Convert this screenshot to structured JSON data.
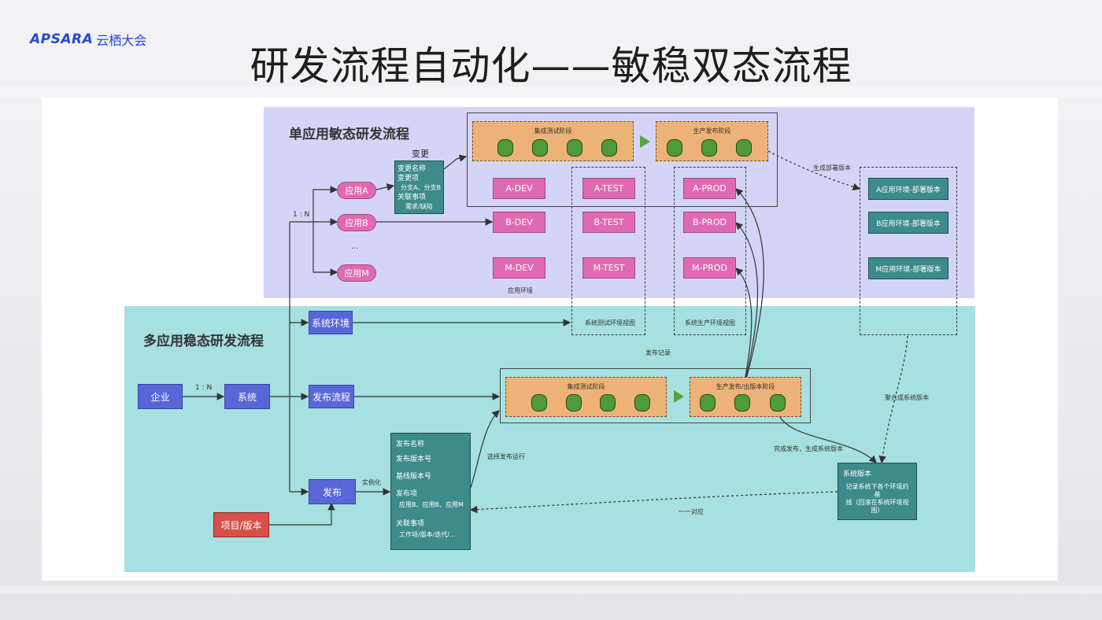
{
  "header": {
    "logo_word": "APSARA",
    "logo_cn": "云栖大会",
    "title": "研发流程自动化——敏稳双态流程"
  },
  "agile": {
    "title": "单应用敏态研发流程",
    "change_header": "变更",
    "change_card": [
      "变更名称",
      "变更项",
      "分支A、分支B",
      "关联事项",
      "需求/缺陷"
    ],
    "apps": [
      "应用A",
      "应用B",
      "...",
      "应用M"
    ],
    "ratio": "1 : N",
    "stage_test": "集成测试阶段",
    "stage_prod": "生产发布阶段",
    "dev_envs": [
      "A-DEV",
      "B-DEV",
      "M-DEV"
    ],
    "test_envs": [
      "A-TEST",
      "B-TEST",
      "M-TEST"
    ],
    "prod_envs": [
      "A-PROD",
      "B-PROD",
      "M-PROD"
    ],
    "app_env_label": "应用环境",
    "deploy_label": "生成部署版本",
    "deploy_versions": [
      "A应用环境-部署版本",
      "B应用环境-部署版本",
      "M应用环境-部署版本"
    ]
  },
  "stable": {
    "title": "多应用稳态研发流程",
    "enterprise": "企业",
    "ratio": "1 : N",
    "system": "系统",
    "system_env": "系统环境",
    "release_flow": "发布流程",
    "release": "发布",
    "project": "项目/版本",
    "instantiate": "实例化",
    "test_view": "系统测试环境视图",
    "prod_view": "系统生产环境视图",
    "release_record": "发布记录",
    "stage_test": "集成测试阶段",
    "stage_prod": "生产发布/出版本阶段",
    "select_run": "选择发布运行",
    "release_card": [
      "发布名称",
      "发布版本号",
      "基线版本号",
      "发布项",
      "应用B、应用B、应用M",
      "关联事项",
      "工作项/版本/迭代/..."
    ],
    "merge_label": "聚合成系统版本",
    "complete_label": "完成发布，生成系统版本",
    "one_to_one": "一一对应",
    "sys_version_title": "系统版本",
    "sys_version_desc_1": "记录系统下各个环境的基",
    "sys_version_desc_2": "线（回滚在系统环境视",
    "sys_version_desc_3": "图）"
  },
  "colors": {
    "agile_bg": "#d4d5f6",
    "stable_bg": "#a6e0e0",
    "pink": "#e06ab1",
    "blue": "#5966d8",
    "teal": "#3d8b8b",
    "stage": "#edb277",
    "node": "#4f9a3a",
    "red": "#d6504a"
  }
}
